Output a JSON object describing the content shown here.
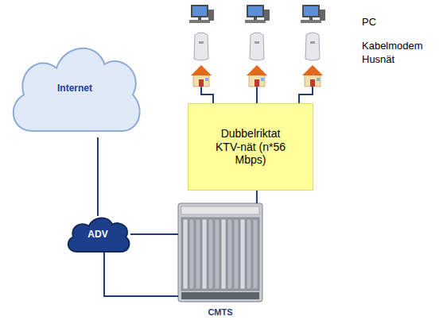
{
  "diagram": {
    "nodes": [
      {
        "text": [
          "Internet"
        ]
      },
      {
        "text": [
          "Dubbelriktat KTV-nät (n*56 Mbps)"
        ]
      },
      {
        "text": [
          "ADV"
        ]
      },
      {
        "text": [
          "CMTS"
        ]
      }
    ],
    "edges": [
      {
        "from": 0,
        "to": 2,
        "arrow": "none"
      },
      {
        "from": 2,
        "to": 3,
        "arrow": "none"
      },
      {
        "from": 2,
        "to": 3,
        "arrow": "none"
      },
      {
        "from": 1,
        "to": 3,
        "arrow": "none"
      }
    ],
    "labels": [
      "PC",
      "Kabelmodem",
      "Husnät"
    ]
  }
}
